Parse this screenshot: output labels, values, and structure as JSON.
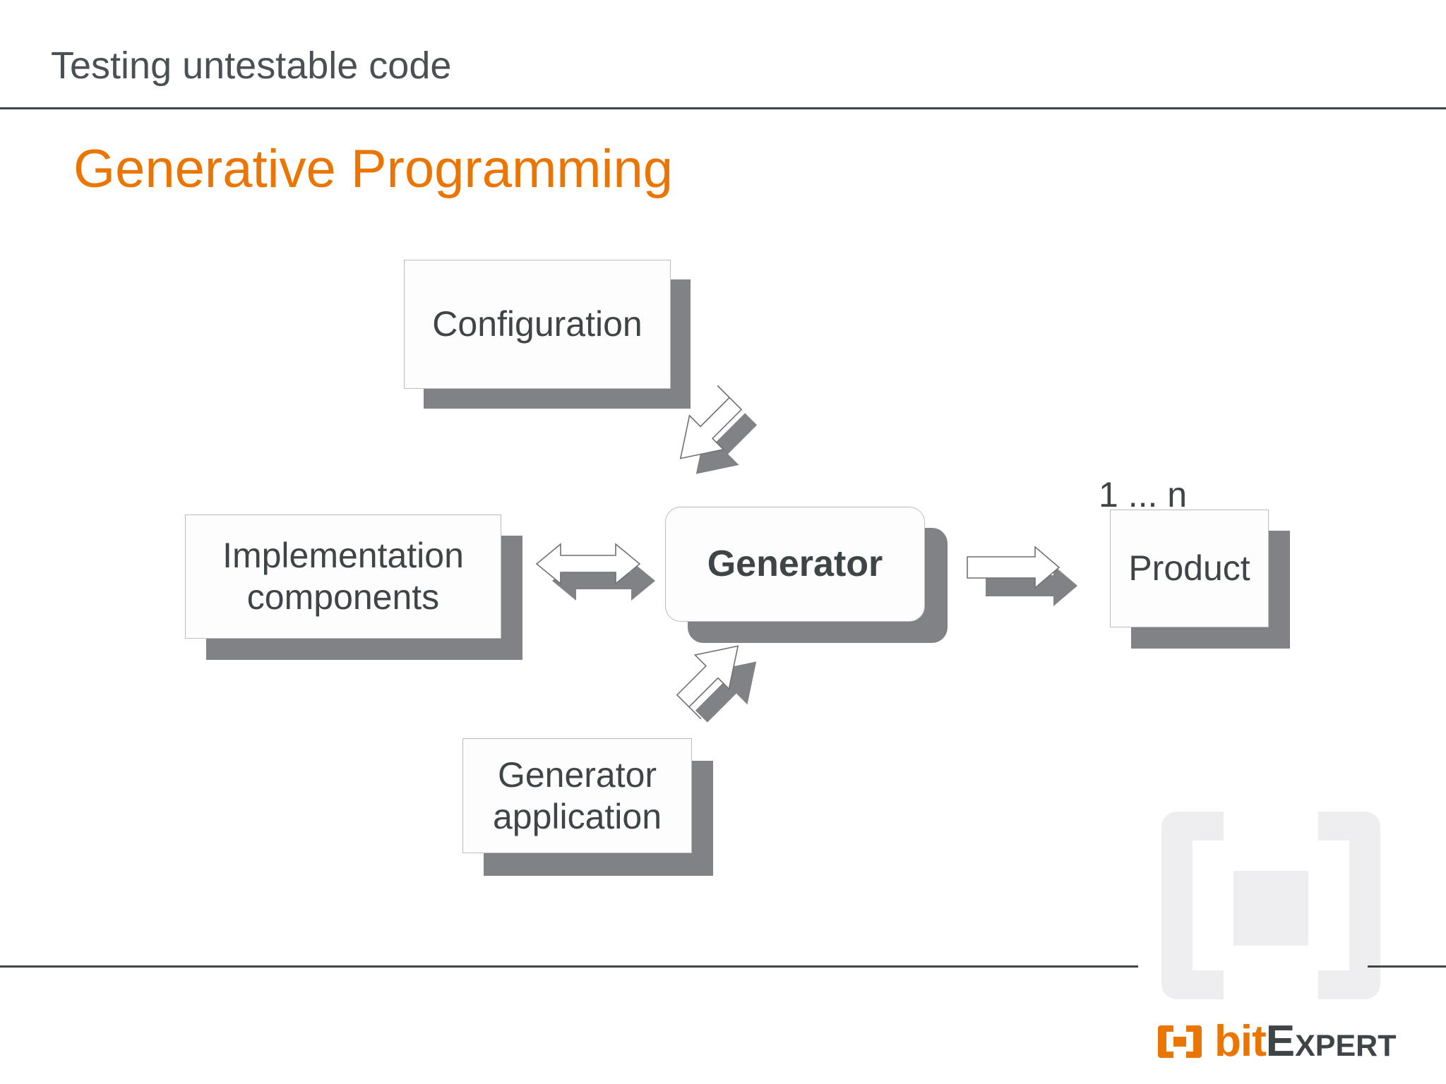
{
  "slide": {
    "header": "Testing untestable code",
    "title": "Generative Programming"
  },
  "colors": {
    "accent_orange": "#ea7500",
    "text_dark": "#3f4447",
    "shadow_gray": "#808285",
    "box_border": "#b9bcc0",
    "watermark_gray": "#eeeef0"
  },
  "diagram": {
    "type": "flow-diagram",
    "nodes": [
      {
        "id": "configuration",
        "label": "Configuration"
      },
      {
        "id": "implementation",
        "label": "Implementation\ncomponents",
        "line1": "Implementation",
        "line2": "components"
      },
      {
        "id": "generator",
        "label": "Generator"
      },
      {
        "id": "generator-application",
        "label": "Generator\napplication",
        "line1": "Generator",
        "line2": "application"
      },
      {
        "id": "product",
        "label": "Product"
      }
    ],
    "annotations": [
      {
        "id": "product-multiplicity",
        "text": "1 ... n"
      }
    ],
    "edges": [
      {
        "id": "configuration-to-generator",
        "from": "configuration",
        "to": "generator",
        "style": "single-arrow-diagonal-down-right"
      },
      {
        "id": "implementation-to-generator",
        "from": "implementation",
        "to": "generator",
        "style": "double-headed-arrow-horizontal"
      },
      {
        "id": "generator-application-to-generator",
        "from": "generator-application",
        "to": "generator",
        "style": "single-arrow-diagonal-up-right"
      },
      {
        "id": "generator-to-product",
        "from": "generator",
        "to": "product",
        "style": "single-arrow-right"
      }
    ]
  },
  "logo": {
    "bit": "bit",
    "expert": "Expert",
    "mark": "bracket-square-icon"
  }
}
